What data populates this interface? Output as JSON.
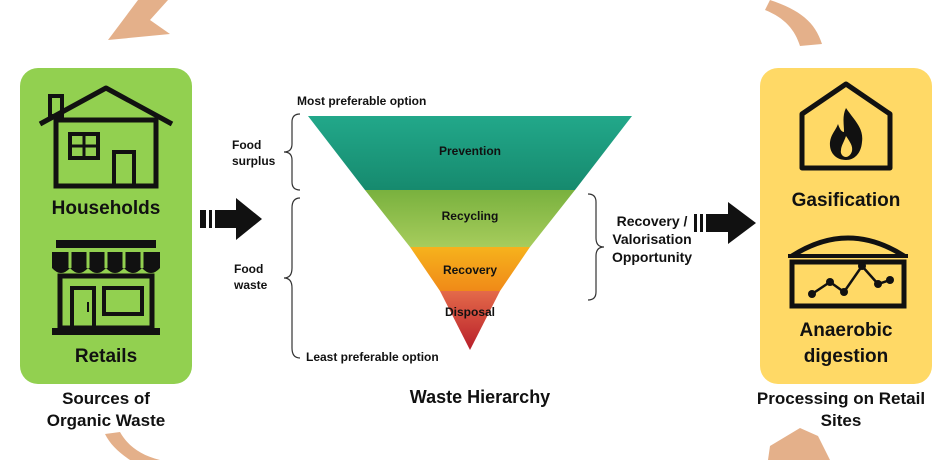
{
  "colors": {
    "sources_panel": "#92d050",
    "processing_panel": "#ffd966",
    "prevention": "#1a9e82",
    "recycling": "#8cbf46",
    "recovery": "#f7a11a",
    "disposal": "#cc2a2a",
    "cycle_arrow": "#e4b08a"
  },
  "sources": {
    "households_label": "Households",
    "retails_label": "Retails",
    "caption_line1": "Sources of",
    "caption_line2": "Organic Waste",
    "icons": [
      "house-icon",
      "store-icon"
    ]
  },
  "hierarchy": {
    "top_note": "Most preferable option",
    "bottom_note": "Least preferable option",
    "tiers": [
      "Prevention",
      "Recycling",
      "Recovery",
      "Disposal"
    ],
    "food_surplus_line1": "Food",
    "food_surplus_line2": "surplus",
    "food_waste_line1": "Food",
    "food_waste_line2": "waste",
    "recovery_note_line1": "Recovery /",
    "recovery_note_line2": "Valorisation",
    "recovery_note_line3": "Opportunity",
    "caption": "Waste Hierarchy"
  },
  "processing": {
    "gasification_label": "Gasification",
    "anaerobic_line1": "Anaerobic",
    "anaerobic_line2": "digestion",
    "caption_line1": "Processing on Retail",
    "caption_line2": "Sites",
    "icons": [
      "flame-building-icon",
      "digester-icon"
    ]
  }
}
